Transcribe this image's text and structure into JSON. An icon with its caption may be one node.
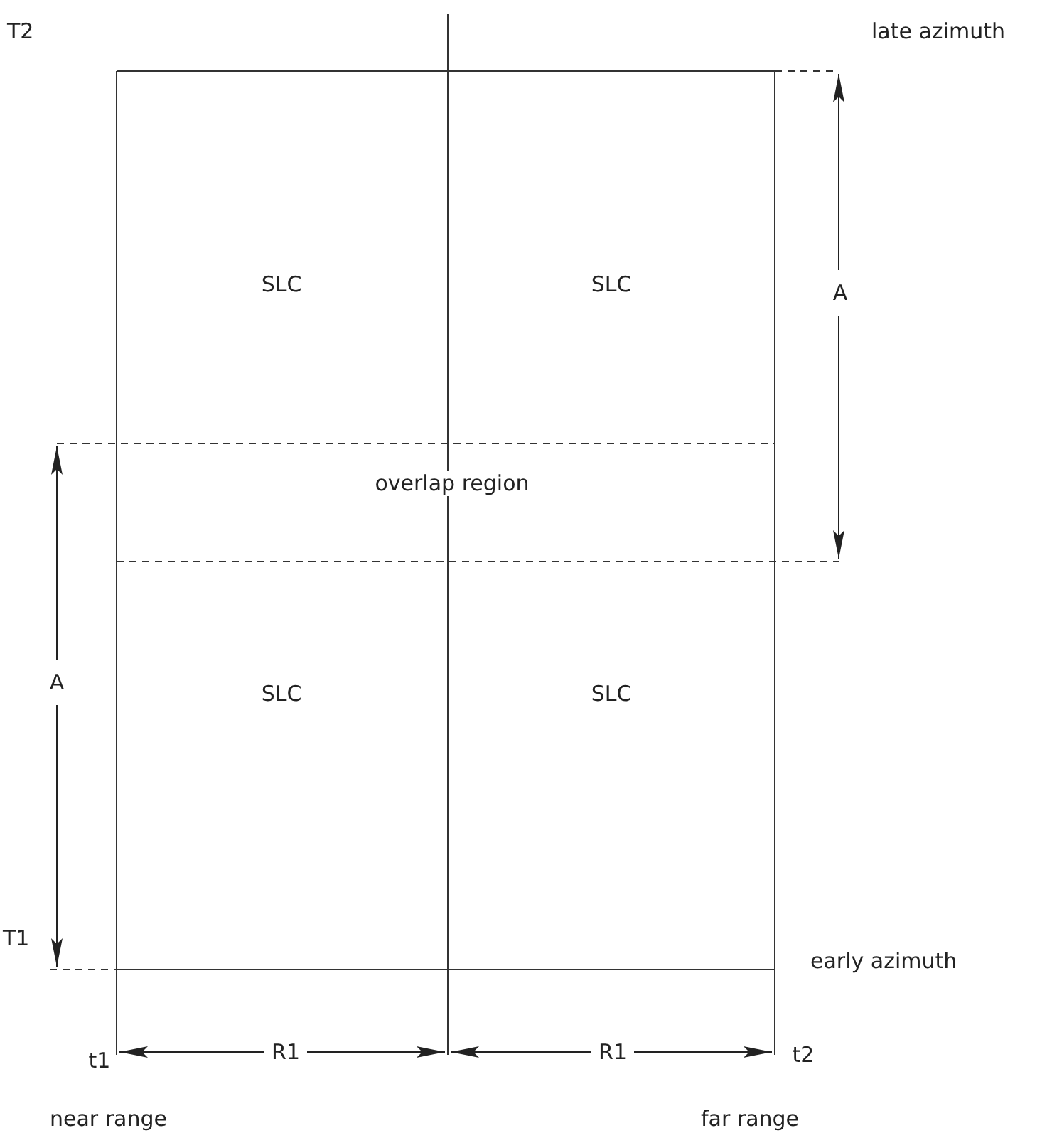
{
  "diagram": {
    "labels": [
      "T2",
      "late azimuth",
      "SLC",
      "SLC",
      "A",
      "overlap region",
      "A",
      "SLC",
      "SLC",
      "T1",
      "early azimuth",
      "t1",
      "R1",
      "R1",
      "t2",
      "near range",
      "far range"
    ]
  }
}
